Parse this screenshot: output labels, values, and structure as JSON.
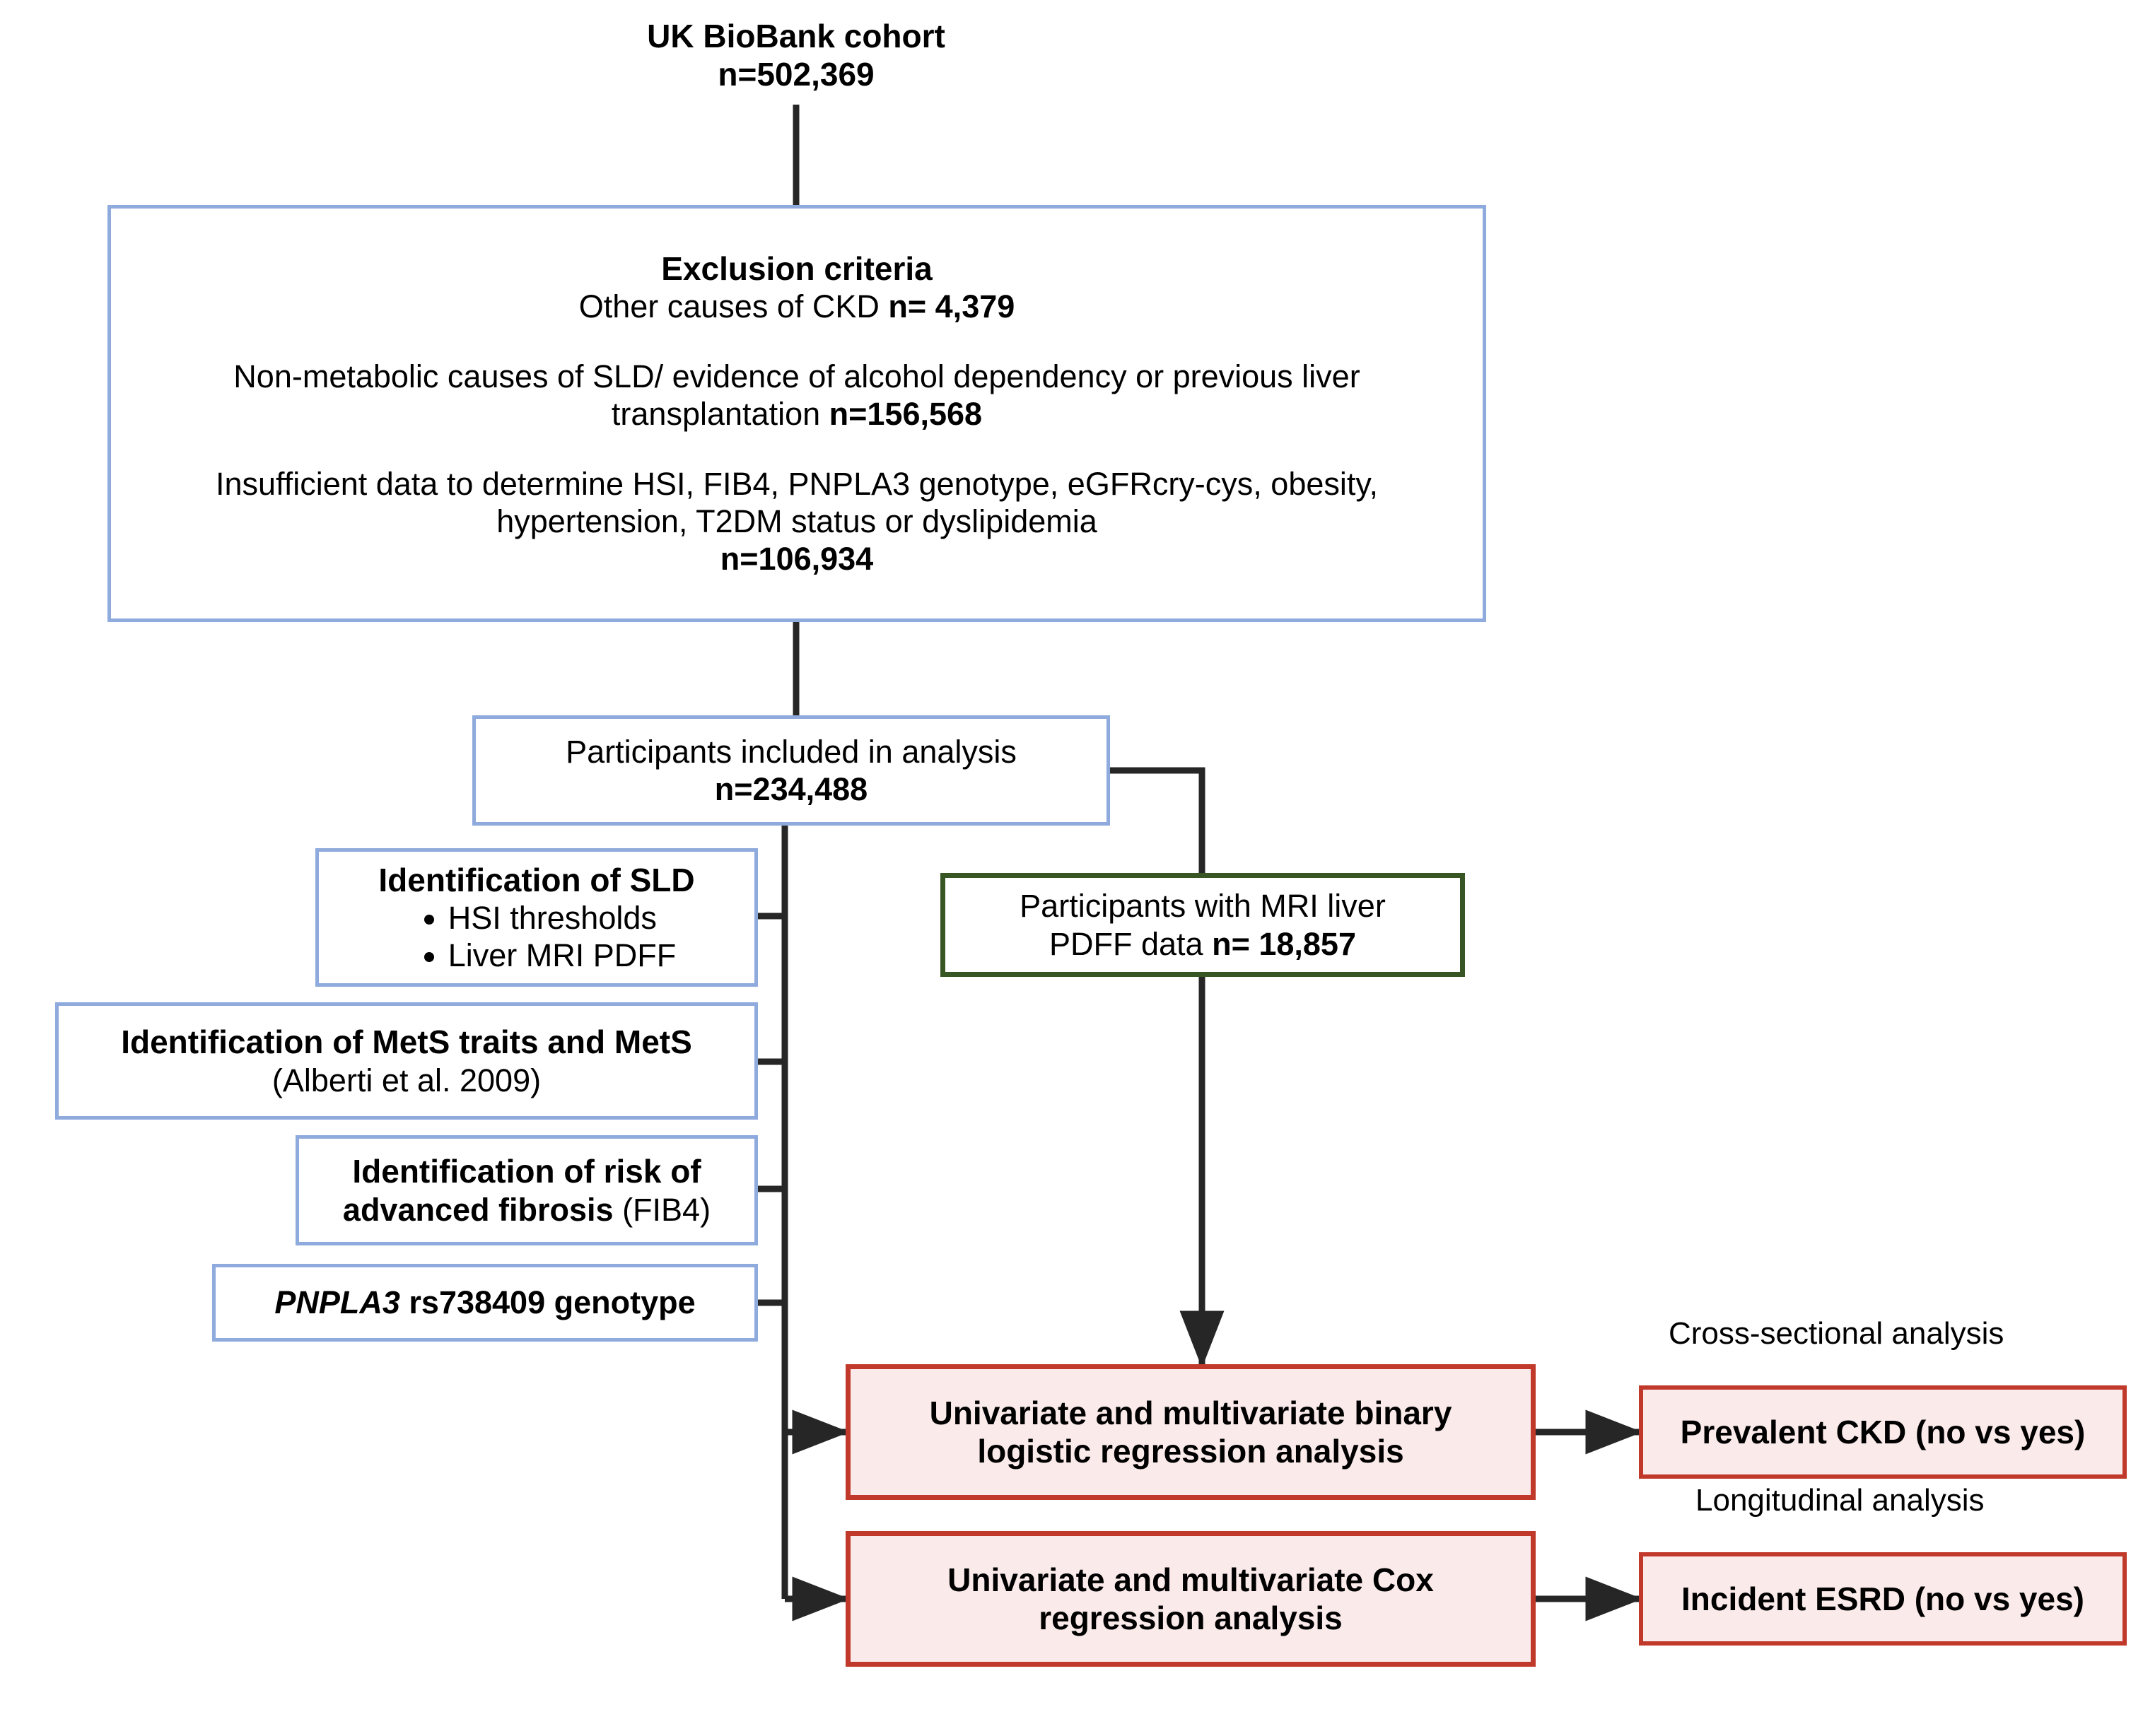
{
  "diagram": {
    "title": "UK BioBank cohort study flow diagram",
    "colors": {
      "blue_border": "#8FAADC",
      "green_border": "#375623",
      "red_border": "#C0392B",
      "red_fill": "#FBEAEA",
      "connector": "#262626",
      "background": "#FFFFFF"
    }
  },
  "cohort": {
    "title": "UK BioBank cohort",
    "n": "n=502,369"
  },
  "exclusion": {
    "heading": "Exclusion criteria",
    "criteria": [
      {
        "text": "Other causes of CKD ",
        "n": "n= 4,379"
      },
      {
        "text": "Non-metabolic causes of SLD/ evidence of alcohol dependency or previous liver transplantation ",
        "n": "n=156,568"
      },
      {
        "text": "Insufficient data to determine HSI, FIB4, PNPLA3 genotype, eGFRcry-cys, obesity, hypertension, T2DM status or dyslipidemia",
        "n": "n=106,934"
      }
    ],
    "line1_text": "Other causes of CKD ",
    "line1_n": "n= 4,379",
    "line2_text": "Non-metabolic causes of SLD/ evidence of alcohol dependency or previous liver transplantation ",
    "line2_n": "n=156,568",
    "line3_text": "Insufficient data to determine HSI, FIB4, PNPLA3 genotype, eGFRcry-cys, obesity, hypertension, T2DM status or dyslipidemia",
    "line3_n": "n=106,934"
  },
  "included": {
    "label": "Participants included in analysis",
    "n": "n=234,488"
  },
  "sld": {
    "title": "Identification of SLD",
    "bullets": [
      "HSI thresholds",
      "Liver MRI PDFF"
    ],
    "bullet_1": "HSI thresholds",
    "bullet_2": "Liver MRI PDFF"
  },
  "mri": {
    "label": "Participants with MRI liver PDFF data ",
    "n": "n= 18,857",
    "line1": "Participants with MRI liver",
    "line2_text": "PDFF data ",
    "line2_n": "n= 18,857"
  },
  "mets": {
    "title": "Identification of MetS traits and MetS",
    "subtitle": "(Alberti et al. 2009)"
  },
  "fibrosis": {
    "line1": "Identification of risk of",
    "line2_bold": "advanced fibrosis ",
    "line2_plain": "(FIB4)"
  },
  "genotype": {
    "gene": "PNPLA3",
    "rest": " rs738409 genotype"
  },
  "analyses": {
    "logistic": {
      "line1": "Univariate and multivariate binary",
      "line2": "logistic regression analysis"
    },
    "cox": {
      "line1": "Univariate and multivariate Cox",
      "line2": "regression analysis"
    }
  },
  "outcomes": {
    "cross_sectional": {
      "label": "Cross-sectional analysis",
      "box": "Prevalent CKD (no vs yes)"
    },
    "longitudinal": {
      "label": "Longitudinal analysis",
      "box": "Incident ESRD (no vs yes)"
    }
  }
}
